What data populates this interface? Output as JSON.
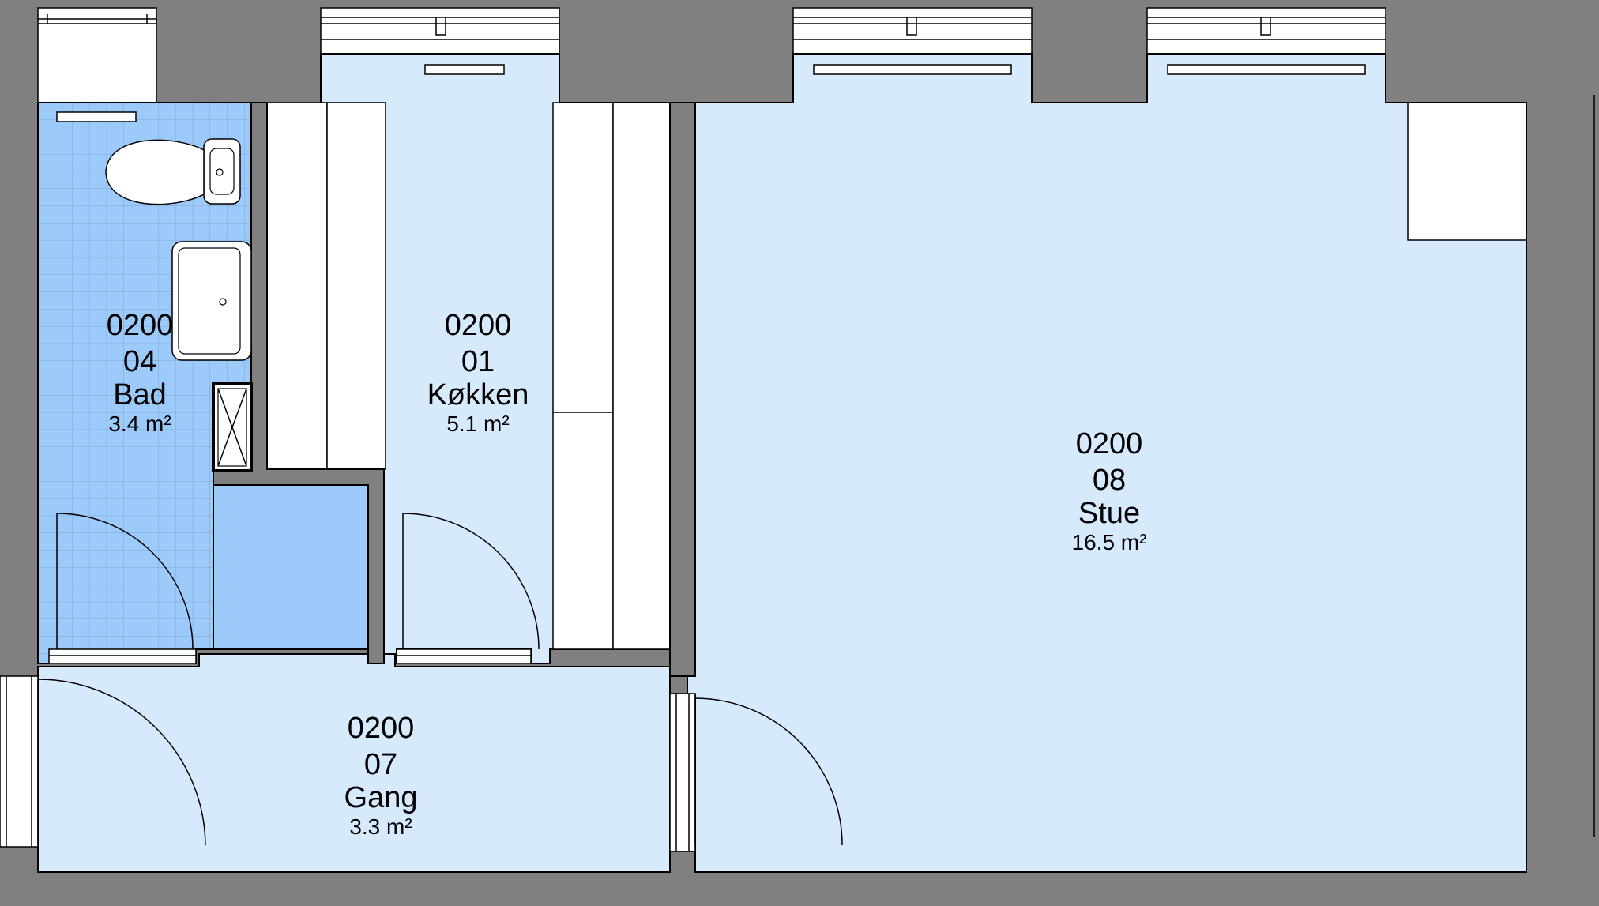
{
  "plan": {
    "rooms": [
      {
        "id": "bad",
        "number": "0200",
        "code": "04",
        "name": "Bad",
        "area": "3.4 m²"
      },
      {
        "id": "kokken",
        "number": "0200",
        "code": "01",
        "name": "Køkken",
        "area": "5.1 m²"
      },
      {
        "id": "stue",
        "number": "0200",
        "code": "08",
        "name": "Stue",
        "area": "16.5 m²"
      },
      {
        "id": "gang",
        "number": "0200",
        "code": "07",
        "name": "Gang",
        "area": "3.3 m²"
      }
    ]
  },
  "colors": {
    "room_fill": "#d6eafc",
    "bath_fill": "#9ccbfb",
    "wall": "#808080",
    "grid": "#7fa3c8"
  }
}
